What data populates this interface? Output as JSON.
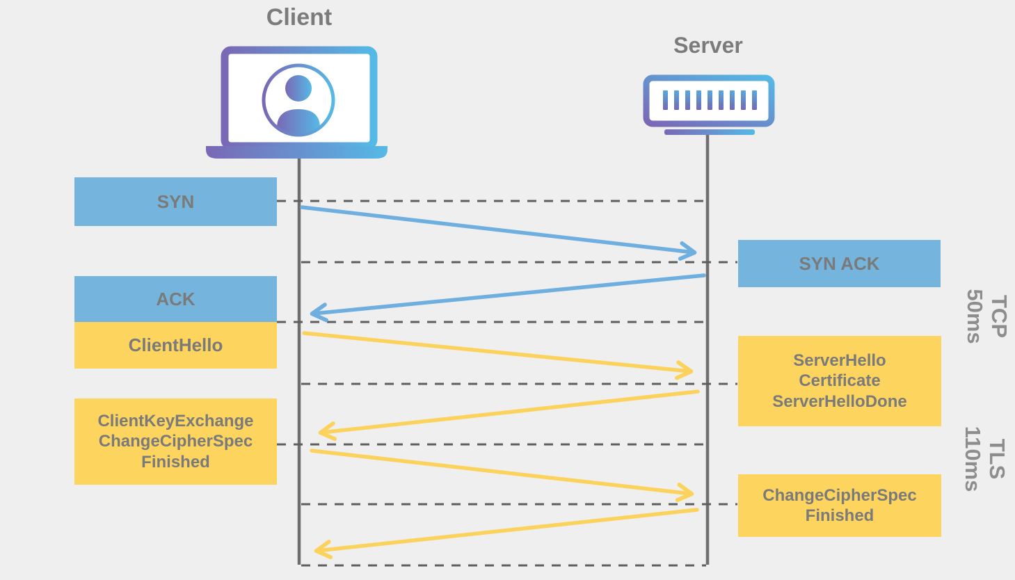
{
  "diagram": {
    "title_client": "Client",
    "title_server": "Server",
    "boxes": {
      "syn": "SYN",
      "ack": "ACK",
      "client_hello": "ClientHello",
      "client_key_exchange_lines": [
        "ClientKeyExchange",
        "ChangeCipherSpec",
        "Finished"
      ],
      "syn_ack": "SYN ACK",
      "server_hello_lines": [
        "ServerHello",
        "Certificate",
        "ServerHelloDone"
      ],
      "change_cipher_spec_lines": [
        "ChangeCipherSpec",
        "Finished"
      ]
    },
    "phases": {
      "tcp": {
        "name": "TCP",
        "time": "50ms"
      },
      "tls": {
        "name": "TLS",
        "time": "110ms"
      }
    },
    "colors": {
      "background": "#efeff0",
      "blue_box": "#75b5dd",
      "yellow_box": "#fcd45e",
      "box_text": "#7a7a7a",
      "title_text": "#7b7b7b",
      "phase_text": "#8d8d8d",
      "lifeline": "#6e6e6e",
      "dashed_line": "#5e5e5e",
      "blue_arrow": "#6fafe0",
      "yellow_arrow": "#fbd35c",
      "icon_gradient_purple": "#7a68b5",
      "icon_gradient_blue": "#55b9e6"
    }
  }
}
